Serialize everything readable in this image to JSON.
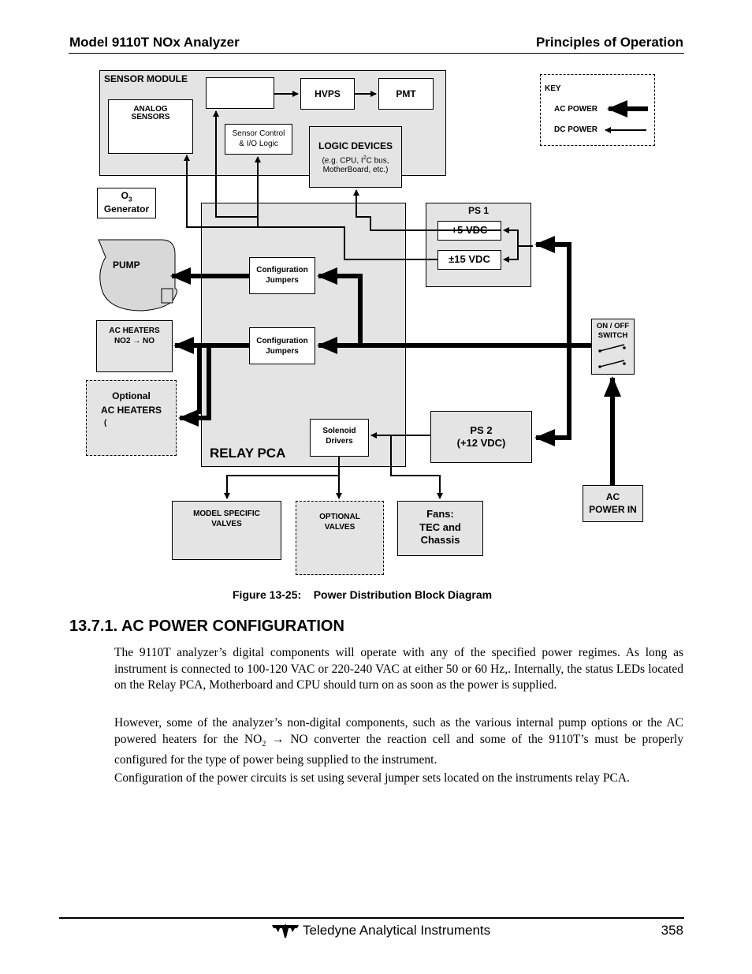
{
  "header": {
    "left": "Model 9110T NOx Analyzer",
    "right": "Principles of Operation"
  },
  "diagram": {
    "sensor_module": "SENSOR MODULE",
    "analog_sensors_line1": "ANALOG",
    "analog_sensors_line2": "SENSORS",
    "hvps": "HVPS",
    "pmt": "PMT",
    "sensor_control_line1": "Sensor Control",
    "sensor_control_line2": "& I/O Logic",
    "logic_devices": "LOGIC DEVICES",
    "logic_devices_sub_1": "(e.g. CPU, I",
    "logic_devices_sub_sup": "2",
    "logic_devices_sub_2": "C bus,",
    "logic_devices_sub_3": "MotherBoard, etc.)",
    "key_title": "KEY",
    "key_ac": "AC POWER",
    "key_dc": "DC POWER",
    "o3_main": "O",
    "o3_sub": "3",
    "o3_gen": "Generator",
    "ps1": "PS 1",
    "plus5": "+5 VDC",
    "pm15": "±15 VDC",
    "pump": "PUMP",
    "config1_line1": "Configuration",
    "config1_line2": "Jumpers",
    "config2_line1": "Configuration",
    "config2_line2": "Jumpers",
    "ac_heaters_line1": "AC HEATERS",
    "ac_heaters_line2": "NO2 → NO",
    "onoff_line1": "ON / OFF",
    "onoff_line2": "SWITCH",
    "optional_heaters_line1": "Optional",
    "optional_heaters_line2": "AC HEATERS",
    "optional_heaters_line3": "(",
    "solenoid_line1": "Solenoid",
    "solenoid_line2": "Drivers",
    "ps2_line1": "PS 2",
    "ps2_line2": "(+12 VDC)",
    "relay_pca": "RELAY PCA",
    "ac_power_in_line1": "AC",
    "ac_power_in_line2": "POWER IN",
    "model_valves_line1": "MODEL SPECIFIC",
    "model_valves_line2": "VALVES",
    "optional_valves_line1": "OPTIONAL",
    "optional_valves_line2": "VALVES",
    "fans_line1": "Fans:",
    "fans_line2": "TEC and",
    "fans_line3": "Chassis"
  },
  "caption": "Figure 13-25:    Power Distribution Block Diagram",
  "section_title": "13.7.1. AC POWER CONFIGURATION",
  "paragraphs": {
    "p1": "The 9110T analyzer’s digital components will operate with any of the specified power regimes.  As long as instrument is connected to 100-120 VAC or 220-240 VAC at either 50 or 60 Hz,.  Internally, the status LEDs located on the Relay PCA, Motherboard and CPU should turn on as soon as the power is supplied.",
    "p2_a": "However, some of the analyzer’s non-digital components, such as the various internal pump options or the AC powered heaters for the NO",
    "p2_sub": "2",
    "p2_b": " → NO converter the reaction cell and some of the 9110T’s must be properly configured for the type of power being supplied to the instrument.",
    "p3": "Configuration of the power circuits is set using several jumper sets located on the instruments relay PCA."
  },
  "footer": {
    "company": "Teledyne Analytical Instruments",
    "page": "358"
  }
}
